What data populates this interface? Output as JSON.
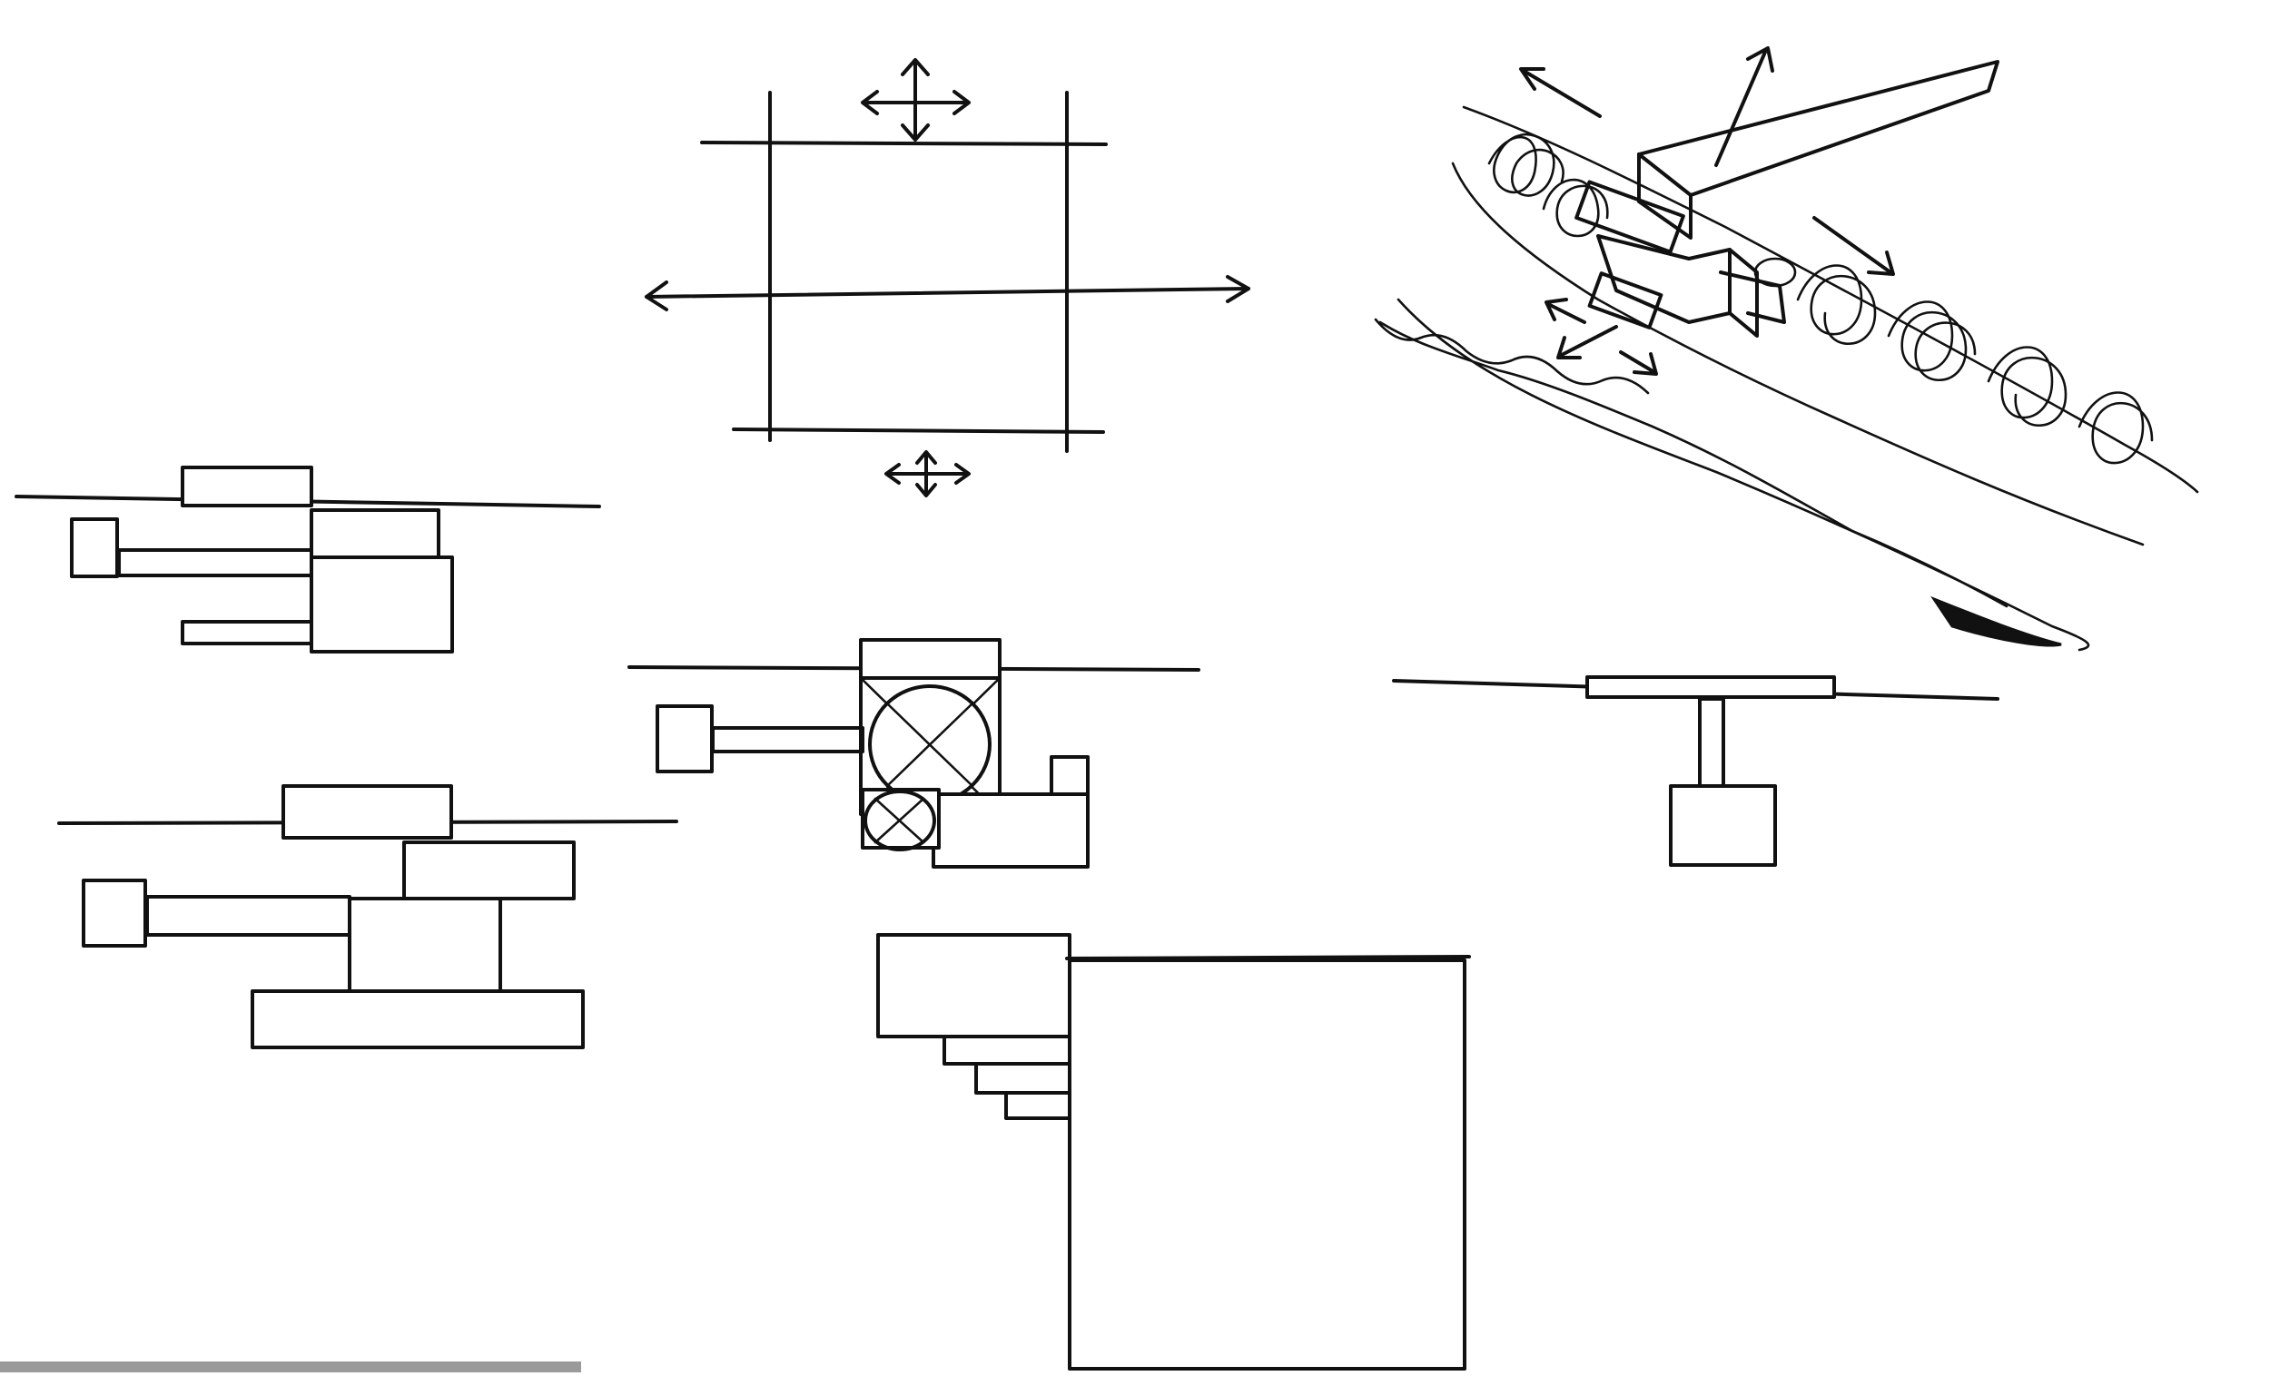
{
  "sheet": {
    "background": "#ffffff",
    "ink_color": "#111111",
    "drawings": [
      "section-sketch-top-left",
      "section-sketch-bottom-left",
      "grid-plan-sketch",
      "section-sketch-center",
      "retaining-block-sketch",
      "perspective-sketch",
      "section-sketch-right"
    ]
  }
}
